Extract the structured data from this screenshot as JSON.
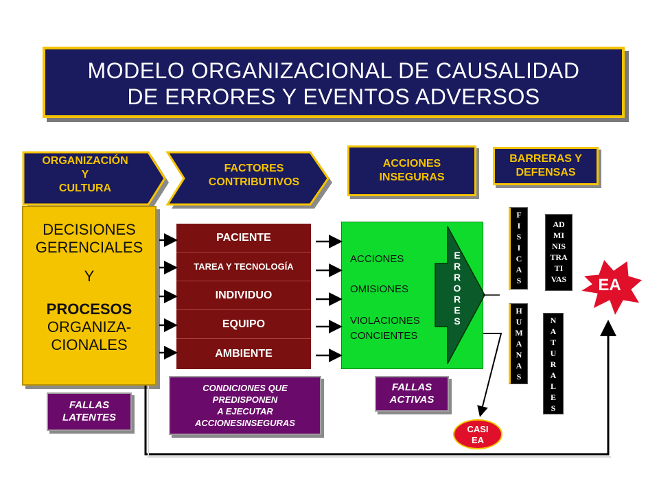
{
  "title": {
    "line1": "MODELO ORGANIZACIONAL DE CAUSALIDAD",
    "line2": "DE ERRORES Y EVENTOS ADVERSOS"
  },
  "headers": {
    "organizacion": [
      "ORGANIZACIÓN",
      "Y",
      "CULTURA"
    ],
    "factores": [
      "FACTORES",
      "CONTRIBUTIVOS"
    ],
    "acciones": [
      "ACCIONES",
      "INSEGURAS"
    ],
    "barreras": [
      "BARRERAS Y",
      "DEFENSAS"
    ]
  },
  "decisiones": {
    "l1": "DECISIONES",
    "l2": "GERENCIALES",
    "l3": "Y",
    "l4": "PROCESOS",
    "l5": "ORGANIZA-",
    "l6": "CIONALES"
  },
  "factores": [
    "PACIENTE",
    "TAREA Y TECNOLOGÍA",
    "INDIVIDUO",
    "EQUIPO",
    "AMBIENTE"
  ],
  "acciones_list": [
    "ACCIONES",
    "OMISIONES",
    "VIOLACIONES",
    "CONCIENTES"
  ],
  "errores_letters": [
    "E",
    "R",
    "R",
    "O",
    "R",
    "E",
    "S"
  ],
  "barreras": {
    "fisicas": [
      "F",
      "I",
      "S",
      "I",
      "C",
      "A",
      "S"
    ],
    "administrativas": [
      "AD",
      "MI",
      "NIS",
      "TRA",
      "TI",
      "VAS"
    ],
    "humanas": [
      "H",
      "U",
      "M",
      "A",
      "N",
      "A",
      "S"
    ],
    "naturales": [
      "N",
      "A",
      "T",
      "U",
      "R",
      "A",
      "L",
      "E",
      "S"
    ]
  },
  "ea_label": "EA",
  "casi_ea": [
    "CASI",
    "EA"
  ],
  "fallas_latentes": [
    "FALLAS",
    "LATENTES"
  ],
  "condiciones": [
    "CONDICIONES QUE",
    "PREDISPONEN",
    "A  EJECUTAR",
    "ACCIONESINSEGURAS"
  ],
  "fallas_activas": [
    "FALLAS",
    "ACTIVAS"
  ],
  "colors": {
    "navy": "#1a1a5e",
    "gold": "#f5c400",
    "maroon": "#7a1010",
    "green": "#0fdb2d",
    "purple": "#6a0a6a",
    "red": "#e0102a"
  }
}
